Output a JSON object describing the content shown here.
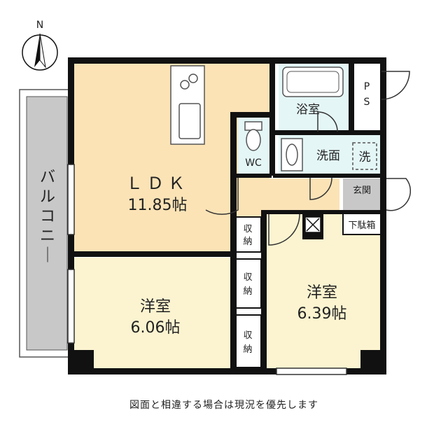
{
  "compass": {
    "label": "N"
  },
  "balcony": {
    "label": "バルコニー"
  },
  "rooms": {
    "ldk": {
      "name": "ＬＤＫ",
      "size": "11.85帖"
    },
    "western_left": {
      "name": "洋室",
      "size": "6.06帖"
    },
    "western_right": {
      "name": "洋室",
      "size": "6.39帖"
    },
    "bath": {
      "name": "浴室"
    },
    "ps": {
      "name": "P S"
    },
    "wc": {
      "name": "WC"
    },
    "washroom": {
      "name": "洗面"
    },
    "washer": {
      "name": "洗"
    },
    "entrance": {
      "name": "玄関"
    },
    "shoe_box": {
      "name": "下駄箱"
    },
    "storage_1": {
      "name": "収納"
    },
    "storage_2": {
      "name": "収納"
    },
    "storage_3": {
      "name": "収納"
    }
  },
  "note": "図面と相違する場合は現況を優先します",
  "colors": {
    "wall": "#111111",
    "ldk_floor": "#fbe3b6",
    "room_floor": "#fcf4d0",
    "wet_floor": "#e4f6f6",
    "balcony_fill": "#c8c8c8",
    "entrance_floor": "#c8c8c8"
  }
}
